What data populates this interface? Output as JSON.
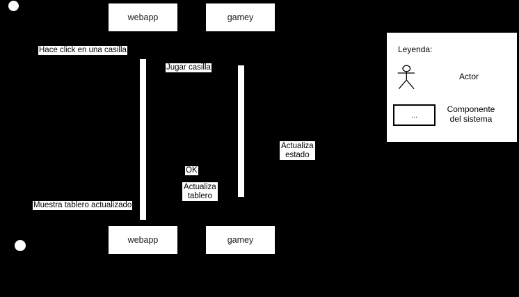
{
  "colors": {
    "background": "#000000",
    "surface": "#ffffff",
    "text_dark": "#1a1a1a"
  },
  "participants": {
    "webapp": "webapp",
    "gamey": "gamey"
  },
  "messages": {
    "hace_click": "Hace click en una casilla",
    "jugar_casilla": "Jugar casilla",
    "actualiza_estado": {
      "line1": "Actualiza",
      "line2": "estado"
    },
    "ok": "OK",
    "actualiza_tablero": {
      "line1": "Actualiza",
      "line2": "tablero"
    },
    "muestra_tablero": "Muestra tablero actualizado"
  },
  "legend": {
    "title": "Leyenda:",
    "actor_label": "Actor",
    "component_symbol": "...",
    "component_label": {
      "line1": "Componente",
      "line2": "del sistema"
    }
  }
}
